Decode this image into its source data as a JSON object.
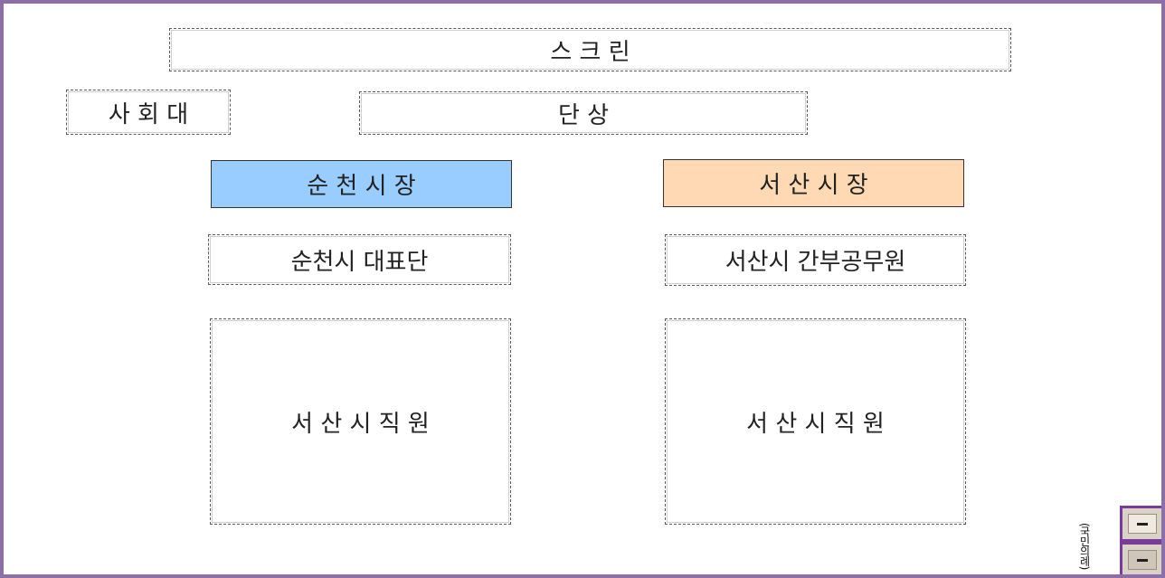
{
  "diagram": {
    "screen_label": "스 크 린",
    "society_label": "사 회 대",
    "stage_label": "단 상",
    "mayor_suncheon_label": "순 천 시 장",
    "mayor_seosan_label": "서 산 시 장",
    "rep_suncheon_label": "순천시 대표단",
    "officials_seosan_label": "서산시 간부공무원",
    "staff_left_label": "서 산 시 직 원",
    "staff_right_label": "서 산 시 직 원",
    "vertical_note": "(국민의례)"
  },
  "colors": {
    "mayor_suncheon_bg": "#99ccff",
    "mayor_seosan_bg": "#ffd9b3",
    "page_border": "#8b6fa6",
    "drawer_border": "#7a3b9a"
  },
  "icons": {
    "drawer_top": "drawer-icon",
    "drawer_bottom": "drawer-icon"
  }
}
